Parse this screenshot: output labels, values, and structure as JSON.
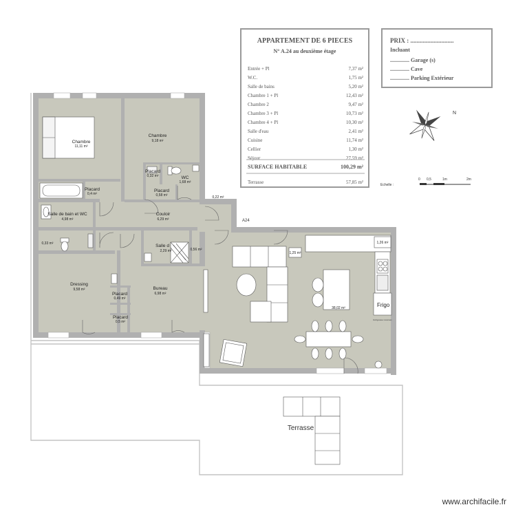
{
  "title_block": {
    "title": "APPARTEMENT DE 6 PIECES",
    "subtitle": "N° A.24 au deuxième étage",
    "rows": [
      {
        "label": "Entrée + Pl",
        "value": "7,37 m²"
      },
      {
        "label": "W.C.",
        "value": "1,75 m²"
      },
      {
        "label": "Salle de bains",
        "value": "5,20 m²"
      },
      {
        "label": "Chambre 1 + Pl",
        "value": "12,43 m²"
      },
      {
        "label": "Chambre 2",
        "value": "9,47 m²"
      },
      {
        "label": "Chambre 3 + Pl",
        "value": "10,73 m²"
      },
      {
        "label": "Chambre 4 + Pl",
        "value": "10,30 m²"
      },
      {
        "label": "Salle d'eau",
        "value": "2,41 m²"
      },
      {
        "label": "Cuisine",
        "value": "11,74 m²"
      },
      {
        "label": "Cellier",
        "value": "1,30 m²"
      },
      {
        "label": "Séjour",
        "value": "27,59 m²"
      }
    ],
    "surface_label": "SURFACE HABITABLE",
    "surface_value": "100,29 m²",
    "terrasse_label": "Terrasse",
    "terrasse_value": "57,85 m²"
  },
  "price_block": {
    "prix": "PRIX : ............................",
    "incluant": "Incluant",
    "items": [
      ".............. Garage (s)",
      ".............. Cave",
      ".............. Parking Extérieur"
    ]
  },
  "compass": {
    "label": "N"
  },
  "scale": {
    "label": "Echelle :",
    "ticks": [
      "0",
      "0,5",
      "1m",
      "2m"
    ]
  },
  "unit_ref": "A24",
  "rooms": [
    {
      "id": "chambre-1",
      "name": "Chambre",
      "area": "11,11 m²"
    },
    {
      "id": "chambre-2",
      "name": "Chambre",
      "area": "9,18 m²"
    },
    {
      "id": "placard-1",
      "name": "Placard",
      "area": "0,4 m²"
    },
    {
      "id": "placard-2",
      "name": "Placard",
      "area": "0,32 m²"
    },
    {
      "id": "wc",
      "name": "WC",
      "area": "1,68 m²"
    },
    {
      "id": "placard-3",
      "name": "Placard",
      "area": "0,58 m²"
    },
    {
      "id": "sdb",
      "name": "Salle de bain et WC",
      "area": "4,98 m²"
    },
    {
      "id": "couloir",
      "name": "Couloir",
      "area": "6,29 m²"
    },
    {
      "id": "salle-eau",
      "name": "Salle d",
      "area": "2,29 m²"
    },
    {
      "id": "dressing",
      "name": "Dressing",
      "area": "9,58 m²"
    },
    {
      "id": "bureau",
      "name": "Bureau",
      "area": "6,98 m²"
    },
    {
      "id": "placard-4",
      "name": "Placard",
      "area": "0,49 m²"
    },
    {
      "id": "placard-5",
      "name": "Placard",
      "area": "0,5 m²"
    }
  ],
  "small_areas": [
    {
      "id": "a-022",
      "area": "0,22 m²"
    },
    {
      "id": "a-033",
      "area": "0,33 m²"
    },
    {
      "id": "a-056",
      "area": "0,56 m²"
    },
    {
      "id": "a-125",
      "area": "1,25 m²"
    },
    {
      "id": "a-126",
      "area": "1,26 m²"
    },
    {
      "id": "a-3802",
      "area": "38,02 m²"
    }
  ],
  "frigo": "Frigo",
  "fridge_small": "Réfrigérateur Américain",
  "terrasse": "Terrasse",
  "watermark": "www.archifacile.fr",
  "colors": {
    "room_fill": "#c8c8bc",
    "wall": "#b3b3b3",
    "terrace_line": "#bbbbbb"
  }
}
